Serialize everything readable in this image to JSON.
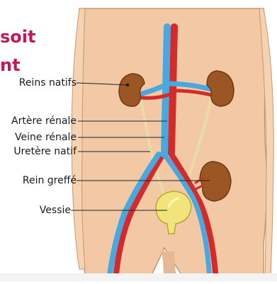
{
  "heading": {
    "line1": "soit",
    "line2": "nt"
  },
  "labels": [
    "Reins natifs",
    "Artère rénale",
    "Veine rénale",
    "Uretère natif",
    "Rein greffé",
    "Vessie"
  ],
  "colors": {
    "heading": "#c2185b",
    "skin": "#f2c9a4",
    "kidney": "#9b5624",
    "artery": "#d42a2a",
    "vein": "#4aa8e0",
    "ureter": "#e8dca8",
    "bladder": "#f0e47a"
  }
}
